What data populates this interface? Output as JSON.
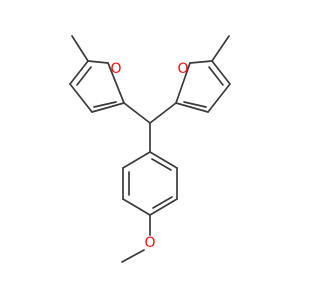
{
  "molecule": {
    "atom_labels": {
      "furan_left_oxygen": "O",
      "furan_right_oxygen": "O",
      "methoxy_oxygen": "O"
    },
    "colors": {
      "bond": "#3a3a3a",
      "oxygen": "#ff0d0d",
      "background": "#ffffff"
    }
  }
}
